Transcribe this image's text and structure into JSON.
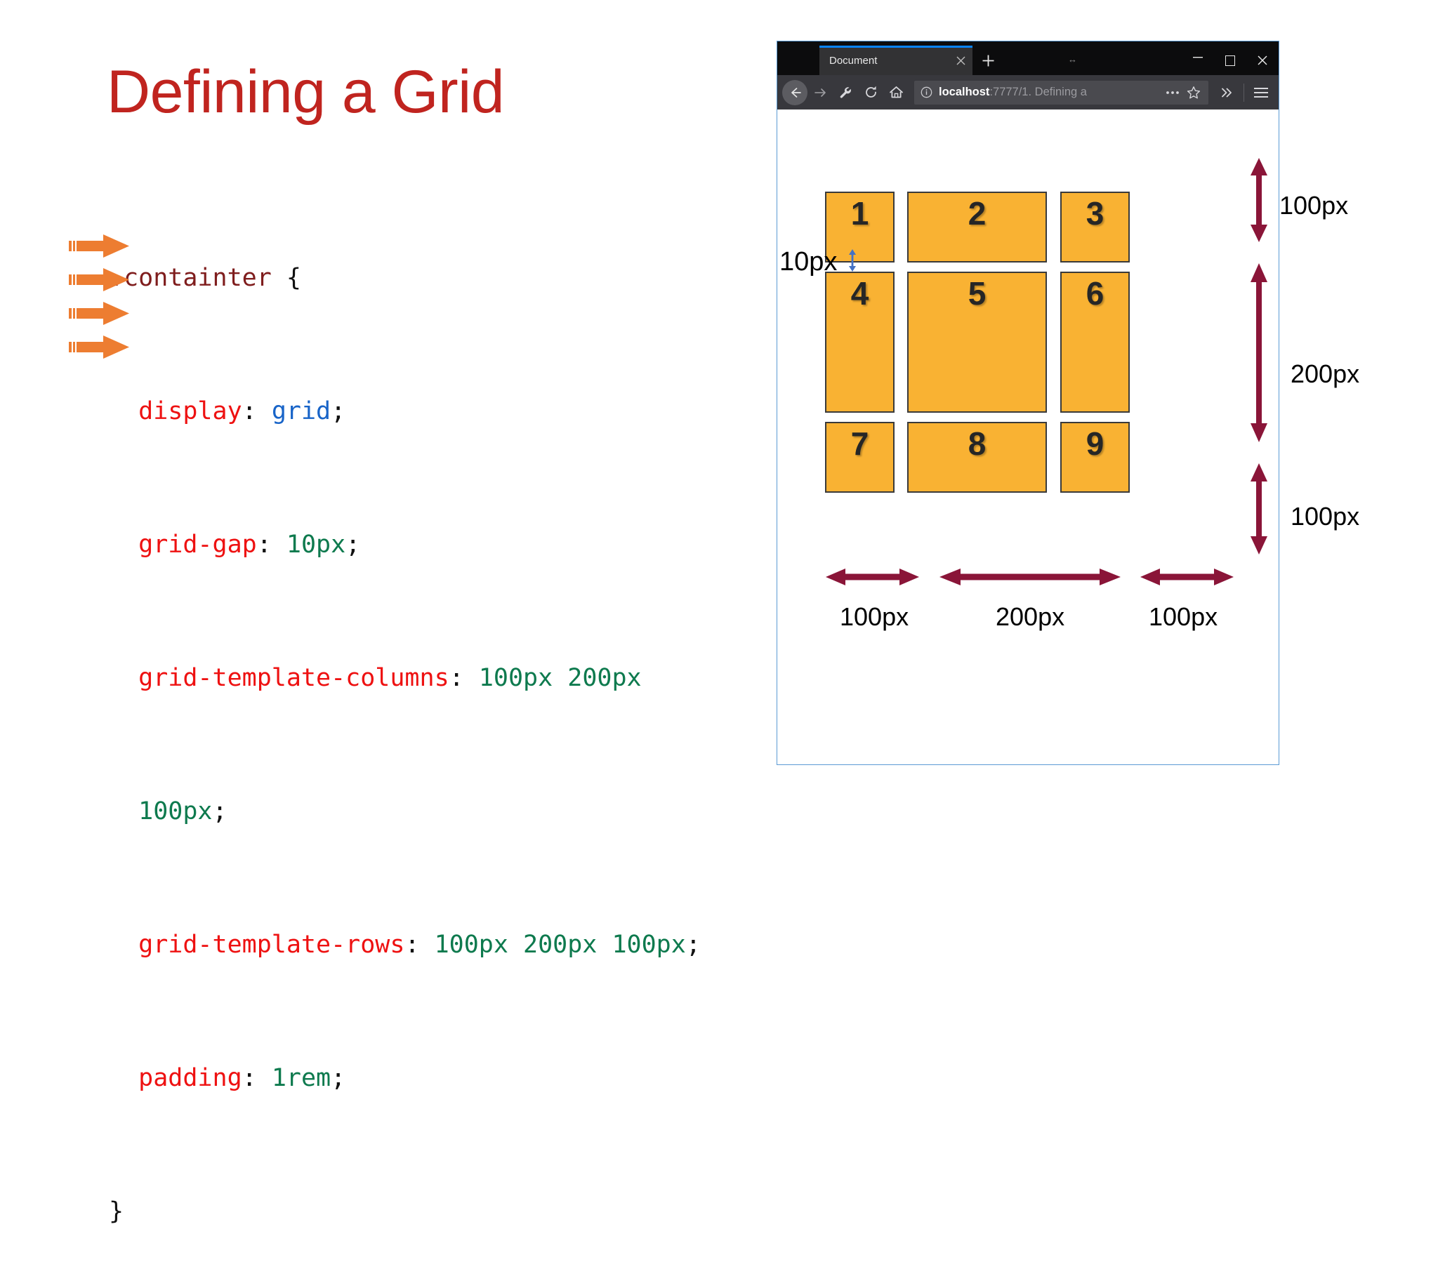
{
  "slide": {
    "title": "Defining a Grid",
    "title_color": "#C0241F"
  },
  "code": {
    "selector": ".containter",
    "brace_open": "{",
    "brace_close": "}",
    "lines": [
      {
        "text": ".containter {",
        "arrow": false
      },
      {
        "text": "display: grid;",
        "arrow": true
      },
      {
        "text": "grid-gap: 10px;",
        "arrow": true
      },
      {
        "text": "grid-template-columns: 100px 200px",
        "arrow": true
      },
      {
        "text": "100px;",
        "arrow": true
      },
      {
        "text": "grid-template-rows: 100px 200px 100px;",
        "arrow": false
      },
      {
        "text": "padding: 1rem;",
        "arrow": false
      },
      {
        "text": "}",
        "arrow": false
      }
    ],
    "tokens": {
      "selector": ".containter",
      "prop_display": "display",
      "val_grid": "grid",
      "prop_grid_gap": "grid-gap",
      "val_10px": "10px",
      "prop_grid_template_columns": "grid-template-columns",
      "val_cols_a": "100px 200px",
      "val_cols_b": "100px",
      "prop_grid_template_rows": "grid-template-rows",
      "val_rows": "100px 200px 100px",
      "prop_padding": "padding",
      "val_1rem": "1rem",
      "colon": ":",
      "semicolon": ";"
    },
    "colors": {
      "selector": "#7F1D1D",
      "property": "#EE1111",
      "value": "#0E7A4E",
      "keyword": "#1864C8",
      "punctuation": "#111111",
      "callout_arrow": "#ED7D31"
    }
  },
  "browser": {
    "tab": {
      "title": "Document",
      "close_icon": "close-icon",
      "new_tab_icon": "plus-icon"
    },
    "window_controls": {
      "resize_hint": "↔",
      "minimize": "–",
      "maximize": "maximize-icon",
      "close": "✕"
    },
    "toolbar": {
      "back_icon": "back-arrow-icon",
      "forward_icon": "forward-arrow-icon",
      "wrench_icon": "wrench-icon",
      "reload_icon": "reload-icon",
      "home_icon": "home-icon",
      "identity_icon": "info-circle-icon",
      "page_actions_icon": "ellipsis-icon",
      "bookmark_icon": "star-icon",
      "overflow_icon": "chevron-double-right-icon",
      "menu_icon": "hamburger-menu-icon"
    },
    "url": {
      "host": "localhost",
      "rest": ":7777/1. Defining a",
      "full": "localhost:7777/1. Defining a"
    }
  },
  "demo": {
    "cell_color": "#F9B233",
    "cell_border_color": "#3A3A3A",
    "annotation_color": "#8A1538",
    "gap_arrow_color": "#4472C4",
    "cells": [
      {
        "label": "1"
      },
      {
        "label": "2"
      },
      {
        "label": "3"
      },
      {
        "label": "4"
      },
      {
        "label": "5"
      },
      {
        "label": "6"
      },
      {
        "label": "7"
      },
      {
        "label": "8"
      },
      {
        "label": "9"
      }
    ],
    "gap_label": "10px",
    "row_labels": [
      "100px",
      "200px",
      "100px"
    ],
    "column_labels": [
      "100px",
      "200px",
      "100px"
    ]
  }
}
